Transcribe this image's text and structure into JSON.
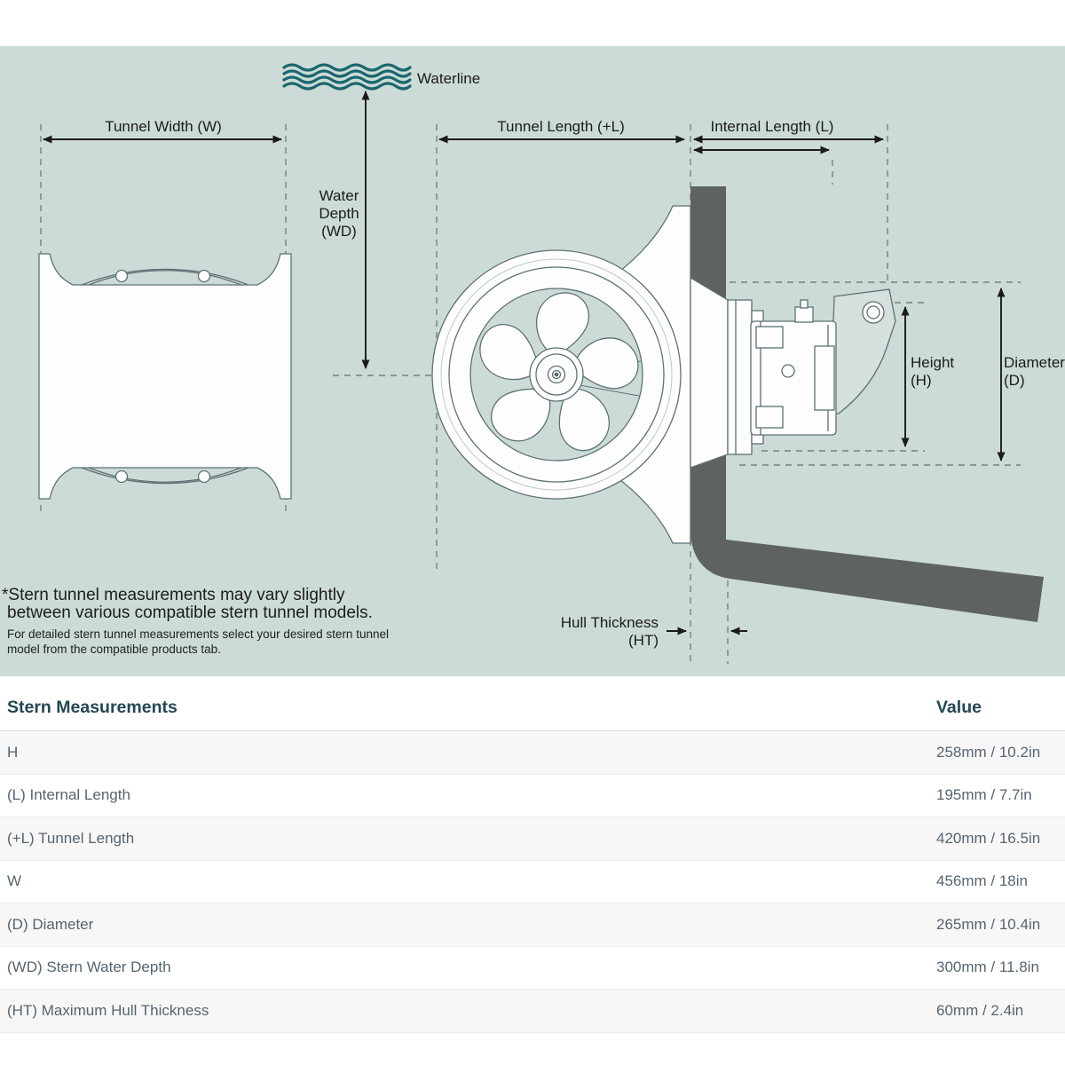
{
  "diagram": {
    "waterline_label": "Waterline",
    "tunnel_width_label": "Tunnel Width (W)",
    "tunnel_length_label": "Tunnel Length (+L)",
    "internal_length_label": "Internal Length (L)",
    "water_depth_lines": [
      "Water",
      "Depth",
      "(WD)"
    ],
    "height_lines": [
      "Height",
      "(H)"
    ],
    "diameter_lines": [
      "Diameter",
      "(D)"
    ],
    "hull_thickness_lines": [
      "Hull Thickness",
      "(HT)"
    ],
    "note_primary_lines": [
      "*Stern tunnel measurements may vary slightly",
      "between various compatible stern tunnel models."
    ],
    "note_secondary_lines": [
      "For detailed stern tunnel measurements select your desired stern tunnel",
      "model from the compatible products tab."
    ],
    "colors": {
      "diagram_background": "#ccdbd8",
      "hull_plate": "#5e6360",
      "waterline_teal": "#1a666d",
      "drawing_outline": "#5d7073",
      "dimension_ink": "#1b1b1b"
    }
  },
  "table": {
    "header": {
      "label": "Stern Measurements",
      "value": "Value"
    },
    "rows": [
      {
        "label": "H",
        "value": "258mm / 10.2in"
      },
      {
        "label": "(L) Internal Length",
        "value": "195mm / 7.7in"
      },
      {
        "label": "(+L) Tunnel Length",
        "value": "420mm / 16.5in"
      },
      {
        "label": "W",
        "value": "456mm / 18in"
      },
      {
        "label": "(D) Diameter",
        "value": "265mm / 10.4in"
      },
      {
        "label": "(WD) Stern Water Depth",
        "value": "300mm / 11.8in"
      },
      {
        "label": "(HT) Maximum Hull Thickness",
        "value": "60mm / 2.4in"
      }
    ]
  }
}
